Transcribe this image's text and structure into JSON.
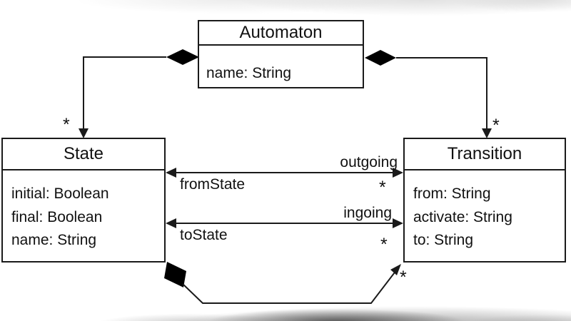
{
  "diagram": {
    "classes": {
      "automaton": {
        "name": "Automaton",
        "attributes": [
          "name: String"
        ]
      },
      "state": {
        "name": "State",
        "attributes": [
          "initial: Boolean",
          "final: Boolean",
          "name: String"
        ]
      },
      "transition": {
        "name": "Transition",
        "attributes": [
          "from: String",
          "activate: String",
          "to: String"
        ]
      }
    },
    "labels": {
      "outgoing": "outgoing",
      "from_state": "fromState",
      "ingoing": "ingoing",
      "to_state": "toState"
    },
    "multiplicities": {
      "state": "*",
      "transition": "*",
      "outgoing": "*",
      "ingoing": "*",
      "path": "*"
    },
    "colors": {
      "line": "#1a1a1a",
      "diamond_fill": "#000000",
      "background": "#ffffff",
      "shadow": "#6e6e6e"
    }
  }
}
